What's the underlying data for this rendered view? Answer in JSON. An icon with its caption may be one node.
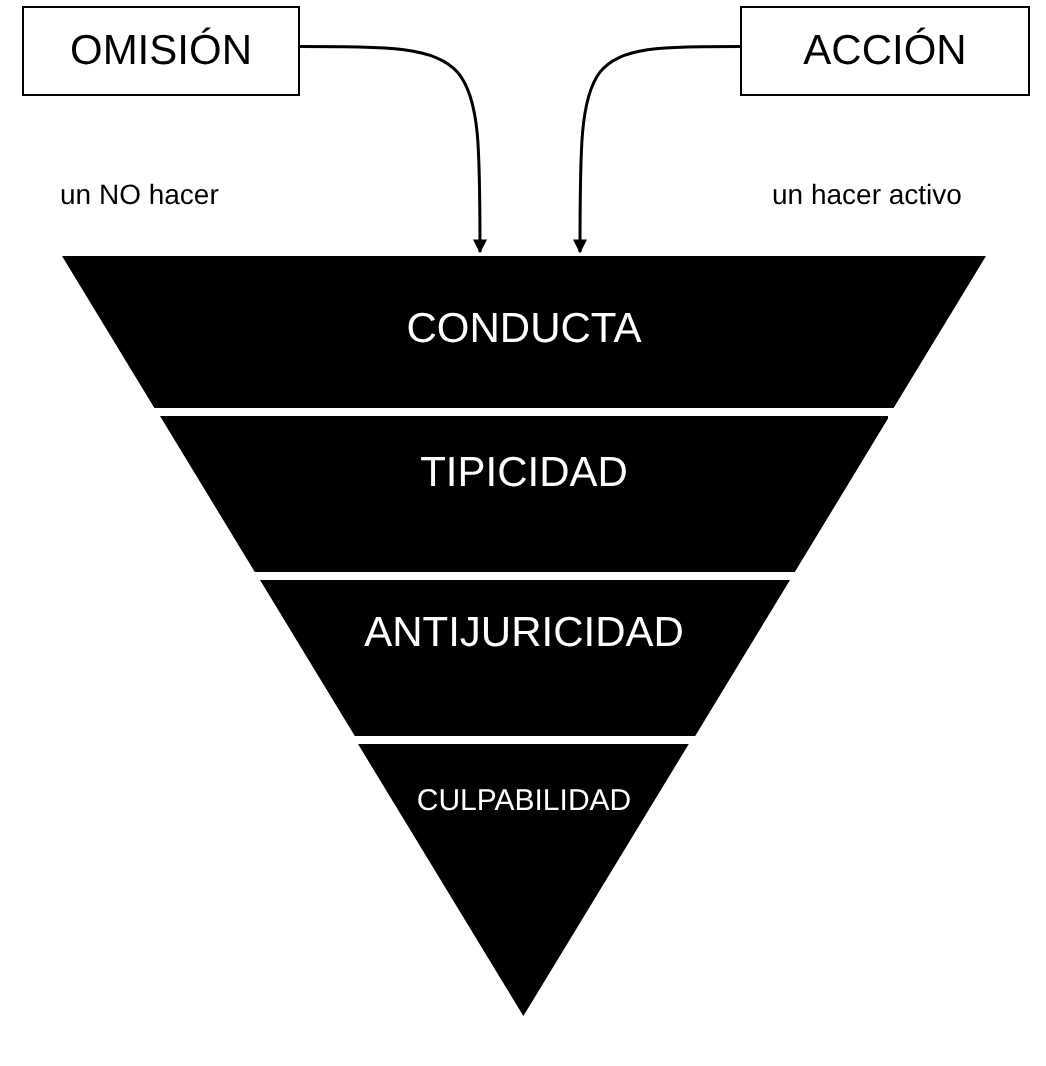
{
  "diagram": {
    "nodes": [
      {
        "text": [
          "OMISIÓN"
        ]
      },
      {
        "text": [
          "ACCIÓN"
        ]
      },
      {
        "text": [
          "CONDUCTA"
        ]
      },
      {
        "text": [
          "TIPICIDAD"
        ]
      },
      {
        "text": [
          "ANTIJURICIDAD"
        ]
      },
      {
        "text": [
          "CULPABILIDAD"
        ]
      }
    ],
    "edges": [
      {
        "from": 0,
        "to": 2,
        "arrow": "to"
      },
      {
        "from": 1,
        "to": 2,
        "arrow": "to"
      }
    ],
    "labels": [
      "un NO hacer",
      "un hacer activo"
    ]
  }
}
